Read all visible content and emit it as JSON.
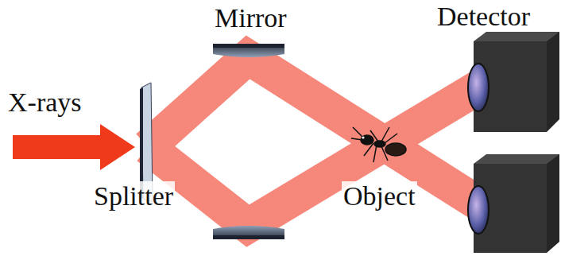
{
  "diagram": {
    "labels": [
      "Mirror",
      "Detector",
      "X-rays",
      "Splitter",
      "Object"
    ]
  }
}
